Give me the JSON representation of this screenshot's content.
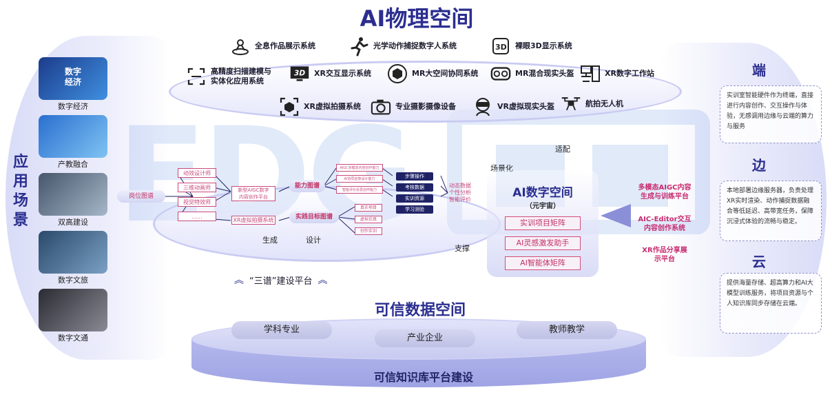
{
  "titles": {
    "ai_physical": "AI物理空间",
    "trusted_data": "可信数据空间",
    "app_scenario": "应\n用\n场\n景",
    "knowledge_platform": "可信知识库平台建设",
    "three_maps": "“三谱”建设平台"
  },
  "physical_systems": [
    {
      "label": "全息作品展示系统",
      "icon": "hologram-icon"
    },
    {
      "label": "光学动作捕捉数字人系统",
      "icon": "running-person-icon"
    },
    {
      "label": "裸眼3D显示系统",
      "icon": "3d-cube-icon"
    },
    {
      "label": "高精度扫描建模与\n实体化应用系统",
      "icon": "scan-frame-icon"
    },
    {
      "label": "XR交互显示系统",
      "icon": "3d-screen-icon"
    },
    {
      "label": "MR大空间协同系统",
      "icon": "box-sphere-icon"
    },
    {
      "label": "MR混合现实头盔",
      "icon": "vr-headset-icon"
    },
    {
      "label": "XR数字工作站",
      "icon": "workstation-icon"
    },
    {
      "label": "XR虚拟拍摄系统",
      "icon": "vr-camera-icon"
    },
    {
      "label": "专业摄影摄像设备",
      "icon": "camera-icon"
    },
    {
      "label": "VR虚拟现实头盔",
      "icon": "vr-person-icon"
    },
    {
      "label": "航拍无人机",
      "icon": "drone-icon"
    }
  ],
  "scenarios": [
    {
      "label": "数字经济",
      "thumb_text": "数字\n经济",
      "colors": [
        "#1c3c8c",
        "#3f8fe0"
      ]
    },
    {
      "label": "产教融合",
      "thumb_text": "",
      "colors": [
        "#2a6fd0",
        "#7fc3f2"
      ]
    },
    {
      "label": "双高建设",
      "thumb_text": "",
      "colors": [
        "#46566b",
        "#a6b7c9"
      ]
    },
    {
      "label": "数字文旅",
      "thumb_text": "",
      "colors": [
        "#2a4a6a",
        "#7aa0c4"
      ]
    },
    {
      "label": "数字文通",
      "thumb_text": "",
      "colors": [
        "#2b2b33",
        "#8a8a95"
      ]
    }
  ],
  "right_sections": [
    {
      "heading": "端",
      "text": "实训室智能硬件作为终端，直接进行内容创作、交互操作与体验，无感调用边缘与云端的算力与服务"
    },
    {
      "heading": "边",
      "text": "本地部署边缘服务器，负责处理XR实时渲染、动作捕捉数据融合等低延迟、高带宽任务，保障沉浸式体验的流畅与稳定。"
    },
    {
      "heading": "云",
      "text": "提供海量存储、超高算力和AI大模型训练服务，将项目资源与个人知识库同步存储在云端。"
    }
  ],
  "ai_digital": {
    "title": "AI数字空间",
    "subtitle": "（元宇宙）",
    "buttons": [
      "实训项目矩阵",
      "AI灵感激发助手",
      "AI智能体矩阵"
    ]
  },
  "platforms": [
    "多模态AIGC内容\n生成与训练平台",
    "AIC-Editor交互\n内容创作系统",
    "XR作品分享展\n示平台"
  ],
  "flow": {
    "root": "岗位图谱",
    "jobs": [
      "动效设计师",
      "三维动画师",
      "视觉特效师",
      "......"
    ],
    "job_tools": [
      "新型AIGC数字\n内容创作平台",
      "XR虚拟拍摄系统"
    ],
    "maps": [
      "能力图谱",
      "实践目标图谱"
    ],
    "abilities": [
      "AIGC多模态内容创作能力",
      "AI协同创意设计能力",
      "智能评价反思创作能力"
    ],
    "practice": [
      "真实项目",
      "虚拟仿真",
      "创作实训"
    ],
    "dark": [
      "步骤操作",
      "考核数据",
      "实训资源",
      "学习测验"
    ],
    "right_note": "动态数据\n个性分析\n智能评价",
    "labels": {
      "generate": "生成",
      "design": "设计",
      "support": "支撑",
      "scene": "场景化",
      "adapt": "适配"
    }
  },
  "bottom_chips": [
    "学科专业",
    "产业企业",
    "教师教学"
  ]
}
